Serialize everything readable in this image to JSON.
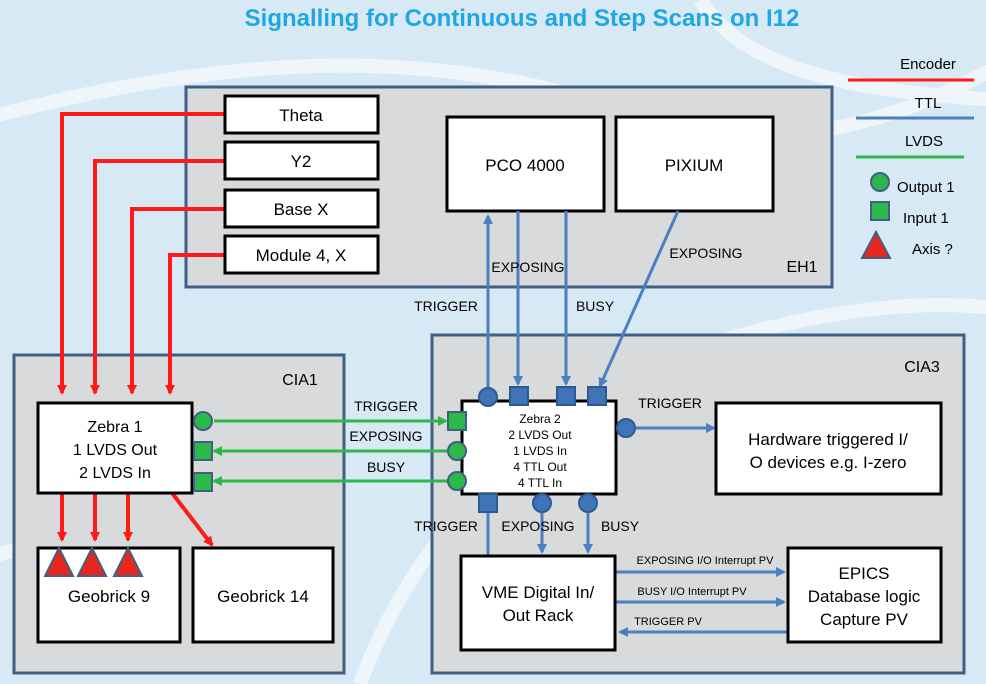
{
  "title": "Signalling for Continuous and Step Scans on I12",
  "legend": {
    "encoder": "Encoder",
    "ttl": "TTL",
    "lvds": "LVDS",
    "output": "Output 1",
    "input": "Input 1",
    "axis": "Axis ?"
  },
  "regions": {
    "eh1": "EH1",
    "cia1": "CIA1",
    "cia3": "CIA3"
  },
  "motors": {
    "theta": "Theta",
    "y2": "Y2",
    "basex": "Base X",
    "module4x": "Module 4, X"
  },
  "devices": {
    "pco4000": "PCO 4000",
    "pixium": "PIXIUM",
    "zebra1": [
      "Zebra 1",
      "1 LVDS Out",
      "2 LVDS In"
    ],
    "zebra2": [
      "Zebra 2",
      "2 LVDS Out",
      "1 LVDS In",
      "4 TTL Out",
      "4 TTL In"
    ],
    "geobrick9": "Geobrick 9",
    "geobrick14": "Geobrick 14",
    "hardware": [
      "Hardware triggered I/",
      "O devices e.g. I-zero"
    ],
    "vme": [
      "VME Digital In/",
      "Out Rack"
    ],
    "epics": [
      "EPICS",
      "Database logic",
      "Capture PV"
    ]
  },
  "signals": {
    "trigger": "TRIGGER",
    "exposing": "EXPOSING",
    "busy": "BUSY",
    "exposing_pv": "EXPOSING I/O Interrupt PV",
    "busy_pv": "BUSY I/O Interrupt PV",
    "trigger_pv": "TRIGGER  PV"
  },
  "colors": {
    "title": "#1ea7e4",
    "encoder": "#ff1a1a",
    "ttl": "#4a7fc0",
    "lvds": "#2db84a",
    "region_fill": "#d9dadb",
    "region_stroke": "#3f5f86",
    "background": "#d8e9f6"
  }
}
